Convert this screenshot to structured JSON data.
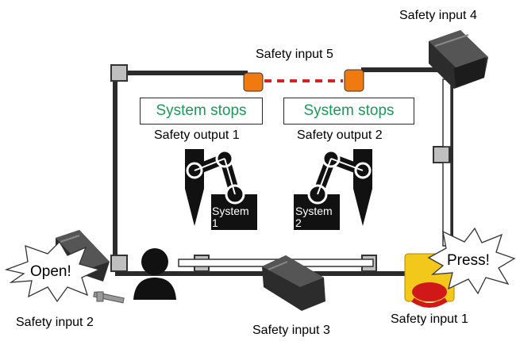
{
  "labels": {
    "safety_input_1": "Safety input 1",
    "safety_input_2": "Safety input 2",
    "safety_input_3": "Safety input 3",
    "safety_input_4": "Safety input 4",
    "safety_input_5": "Safety input 5",
    "safety_output_1": "Safety output 1",
    "safety_output_2": "Safety output 2"
  },
  "status": {
    "left": "System stops",
    "right": "System stops"
  },
  "callouts": {
    "open": "Open!",
    "press": "Press!"
  },
  "systems": {
    "system1_line1": "System",
    "system1_line2": "1",
    "system2_line1": "System",
    "system2_line2": "2"
  },
  "colors": {
    "status_text": "#1a9a5a",
    "light_curtain_beam": "#e02020",
    "light_curtain_emitter": "#f07a10",
    "estop_housing": "#f2c81a",
    "estop_button": "#d01818"
  }
}
